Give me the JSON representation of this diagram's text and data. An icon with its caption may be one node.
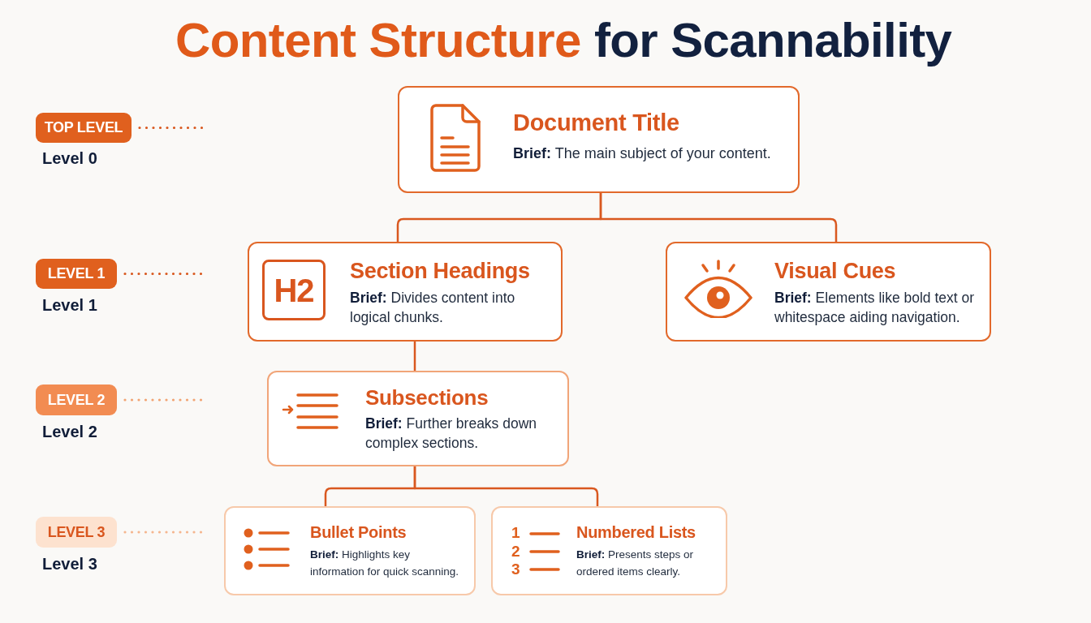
{
  "diagram": {
    "title": "Content Structure for Scannability",
    "nodes": [
      {
        "text": [
          "TOP LEVEL"
        ],
        "beside": [
          "Level 0"
        ]
      },
      {
        "text": [
          "Document Title",
          "**Brief:** The main subject of your content."
        ]
      },
      {
        "text": [
          "LEVEL 1"
        ],
        "beside": [
          "Level 1"
        ]
      },
      {
        "text": [
          "Section Headings",
          "**Brief:** Divides content into logical chunks."
        ]
      },
      {
        "text": [
          "H2"
        ],
        "in": 3
      },
      {
        "text": [
          "Visual Cues",
          "**Brief:** Elements like bold text or whitespace aiding navigation."
        ]
      },
      {
        "text": [
          "LEVEL 2"
        ],
        "beside": [
          "Level 2"
        ]
      },
      {
        "text": [
          "Subsections",
          "**Brief:** Further breaks down complex sections."
        ]
      },
      {
        "text": [
          "LEVEL 3"
        ],
        "beside": [
          "Level 3"
        ]
      },
      {
        "text": [
          "Bullet Points",
          "**Brief:** Highlights key information for quick scanning."
        ]
      },
      {
        "text": [
          "Numbered Lists",
          "**Brief:** Presents steps or ordered items clearly."
        ]
      }
    ],
    "edges": [
      {
        "from": 1,
        "to": 3,
        "arrow": "none"
      },
      {
        "from": 1,
        "to": 5,
        "arrow": "none"
      },
      {
        "from": 3,
        "to": 7,
        "arrow": "none"
      },
      {
        "from": 7,
        "to": 9,
        "arrow": "none"
      },
      {
        "from": 7,
        "to": 10,
        "arrow": "none"
      },
      {
        "from": 0,
        "to": null,
        "arrow": "none",
        "style": "dashed"
      },
      {
        "from": 2,
        "to": null,
        "arrow": "none",
        "style": "dashed"
      },
      {
        "from": 6,
        "to": null,
        "arrow": "none",
        "style": "dashed",
        "color": "#f2a372"
      },
      {
        "from": 8,
        "to": null,
        "arrow": "none",
        "style": "dashed",
        "color": "#f5b68e"
      }
    ],
    "labels": [
      "1",
      "2",
      "3"
    ]
  }
}
